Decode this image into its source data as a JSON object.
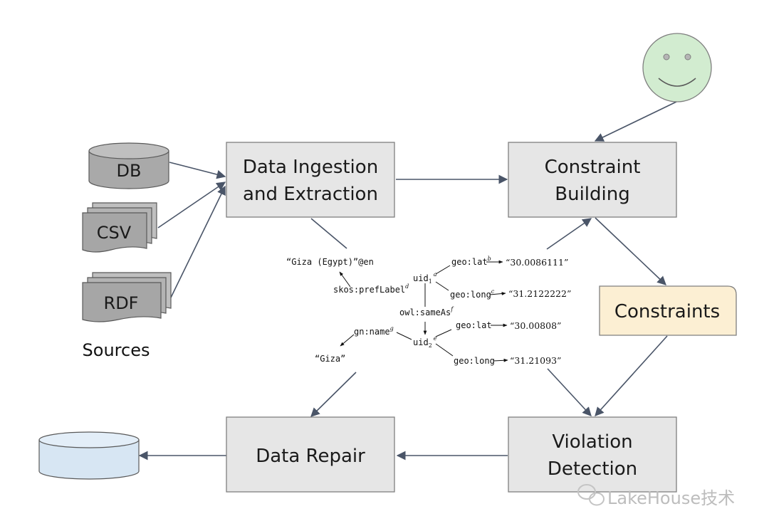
{
  "boxes": {
    "ingestion": [
      "Data Ingestion",
      "and Extraction"
    ],
    "constraint_building": [
      "Constraint",
      "Building"
    ],
    "constraints": "Constraints",
    "violation": [
      "Violation",
      "Detection"
    ],
    "repair": "Data Repair"
  },
  "sources": {
    "db": "DB",
    "csv": "CSV",
    "rdf": "RDF",
    "caption": "Sources"
  },
  "graph": {
    "uid1": "uid",
    "uid1_sub": "1",
    "uid1_sup": "a",
    "uid2": "uid",
    "uid2_sub": "2",
    "uid2_sup": "e",
    "lat1_label": "geo:lat",
    "lat1_sup": "b",
    "lat1_value": "“30.0086111”",
    "long1_label": "geo:long",
    "long1_sup": "c",
    "long1_value": "“31.2122222”",
    "pref_label": "skos:prefLabel",
    "pref_sup": "d",
    "pref_value": "“Giza (Egypt)”@en",
    "same_as": "owl:sameAs",
    "same_as_sup": "f",
    "name_label": "gn:name",
    "name_sup": "g",
    "name_value": "“Giza”",
    "lat2_label": "geo:lat",
    "lat2_value": "“30.00808”",
    "long2_label": "geo:long",
    "long2_value": "“31.21093”"
  },
  "watermark": "LakeHouse技术",
  "colors": {
    "box_fill": "#e6e6e6",
    "box_stroke": "#7f7f7f",
    "cylinder_fill": "#a9a9a9",
    "doc_fill": "#a6a6a6",
    "constraints_fill": "#fcefd3",
    "output_db_fill": "#d7e6f3",
    "face_fill": "#d2ecd0",
    "arrow": "#4a5568"
  }
}
